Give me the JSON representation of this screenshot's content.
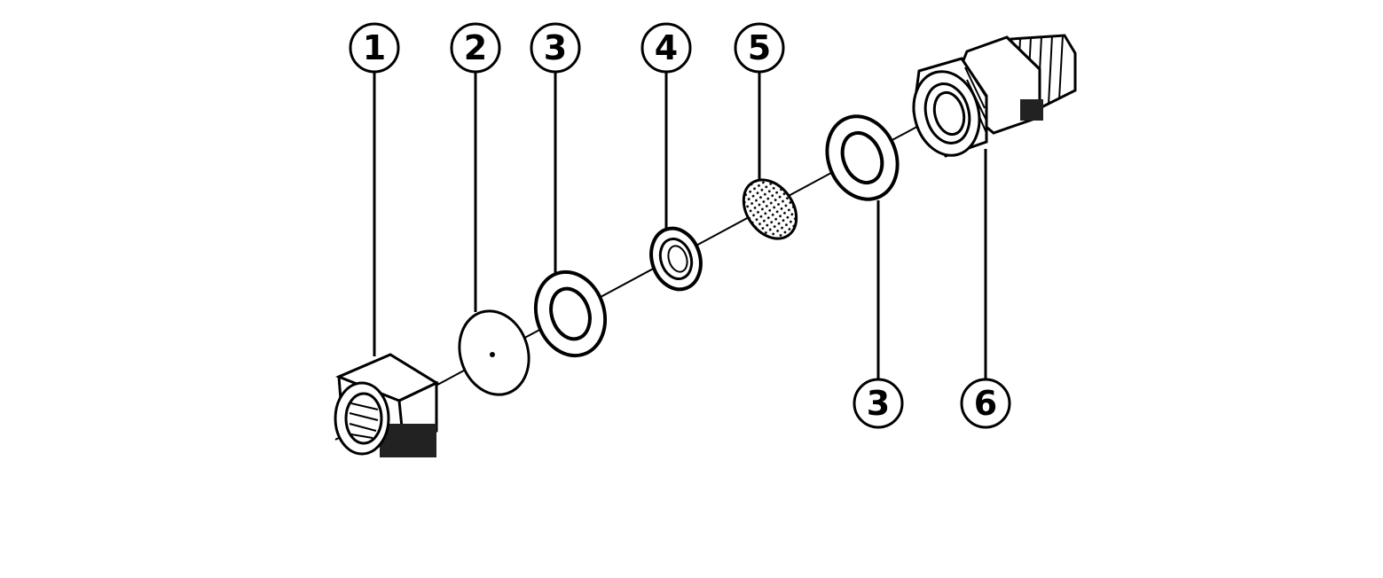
{
  "diagram": {
    "callouts": [
      {
        "id": "c1",
        "label": "1",
        "part": "hex-nut"
      },
      {
        "id": "c2",
        "label": "2",
        "part": "diaphragm-disc"
      },
      {
        "id": "c3a",
        "label": "3",
        "part": "flat-washer"
      },
      {
        "id": "c4",
        "label": "4",
        "part": "retainer-ring"
      },
      {
        "id": "c5",
        "label": "5",
        "part": "mesh-filter-screen"
      },
      {
        "id": "c3b",
        "label": "3",
        "part": "flat-washer"
      },
      {
        "id": "c6",
        "label": "6",
        "part": "threaded-fitting-body"
      }
    ],
    "colors": {
      "ink": "#000000",
      "paper": "#ffffff",
      "shade": "#222222"
    }
  }
}
